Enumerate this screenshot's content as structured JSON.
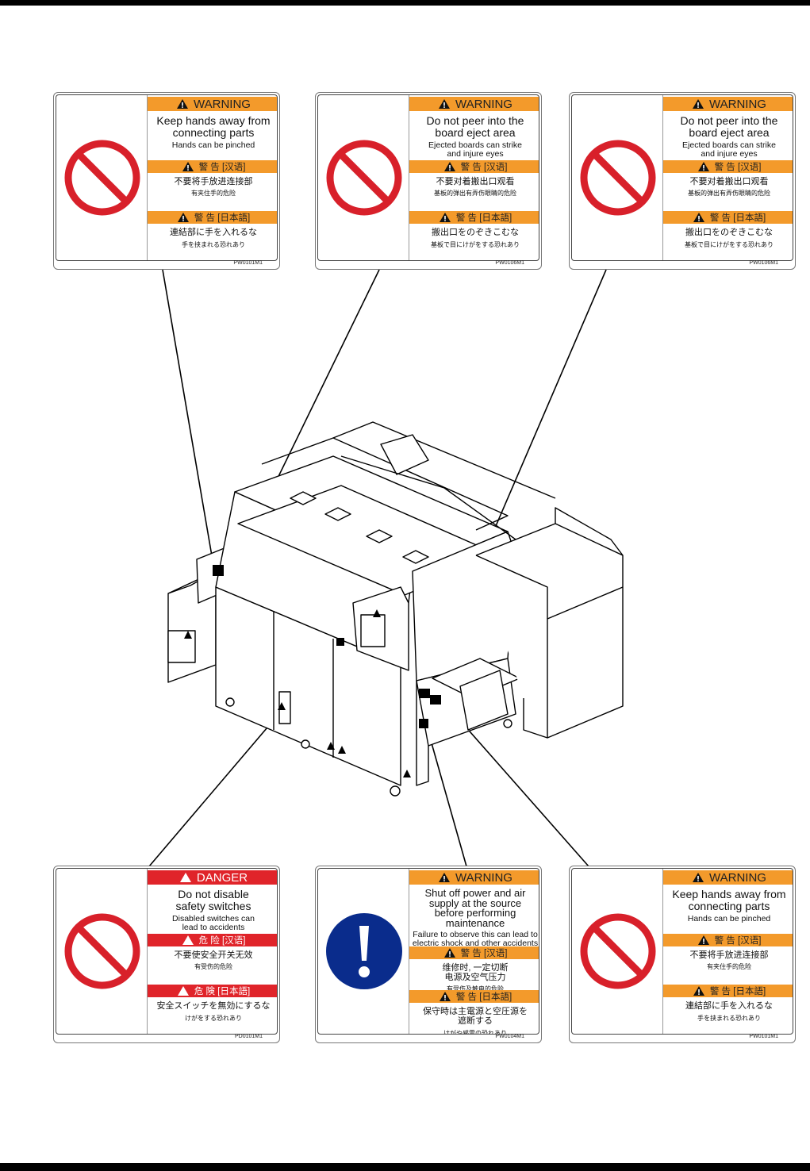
{
  "labels": [
    {
      "id": "pw0101-top-left",
      "symbol": "prohibition",
      "header_en": "WARNING",
      "header_color": "#f39a2b",
      "en_main": [
        "Keep hands away from",
        "connecting parts"
      ],
      "en_sub": [
        "Hands can be pinched"
      ],
      "cn_header": "警 告 [汉语]",
      "cn_main": [
        "不要将手放进连接部"
      ],
      "cn_sub": [
        "有夹住手的危险"
      ],
      "jp_header": "警 告 [日本語]",
      "jp_main": [
        "連結部に手を入れるな"
      ],
      "jp_sub": [
        "手を挟まれる恐れあり"
      ],
      "code": "PW0101M1"
    },
    {
      "id": "pw0106-top-center",
      "symbol": "prohibition",
      "header_en": "WARNING",
      "header_color": "#f39a2b",
      "en_main": [
        "Do not peer into the",
        "board eject area"
      ],
      "en_sub": [
        "Ejected boards can strike",
        "and injure eyes"
      ],
      "cn_header": "警 告 [汉语]",
      "cn_main": [
        "不要对着搬出口观看"
      ],
      "cn_sub": [
        "基板的弹出有弄伤眼睛的危险"
      ],
      "jp_header": "警 告 [日本語]",
      "jp_main": [
        "搬出口をのぞきこむな"
      ],
      "jp_sub": [
        "基板で目にけがをする恐れあり"
      ],
      "code": "PW0106M1"
    },
    {
      "id": "pw0106-top-right",
      "symbol": "prohibition",
      "header_en": "WARNING",
      "header_color": "#f39a2b",
      "en_main": [
        "Do not peer into the",
        "board eject area"
      ],
      "en_sub": [
        "Ejected boards can strike",
        "and injure eyes"
      ],
      "cn_header": "警 告 [汉语]",
      "cn_main": [
        "不要对着搬出口观看"
      ],
      "cn_sub": [
        "基板的弹出有弄伤眼睛的危险"
      ],
      "jp_header": "警 告 [日本語]",
      "jp_main": [
        "搬出口をのぞきこむな"
      ],
      "jp_sub": [
        "基板で目にけがをする恐れあり"
      ],
      "code": "PW0106M1"
    },
    {
      "id": "pd0101-bottom-left",
      "symbol": "prohibition",
      "header_en": "DANGER",
      "header_color": "#e0242a",
      "en_main": [
        "Do not disable",
        "safety switches"
      ],
      "en_sub": [
        "Disabled switches can",
        "lead to accidents"
      ],
      "cn_header": "危 险 [汉语]",
      "cn_main": [
        "不要使安全开关无效"
      ],
      "cn_sub": [
        "有受伤的危险"
      ],
      "jp_header": "危 険 [日本語]",
      "jp_main": [
        "安全スイッチを無効にするな"
      ],
      "jp_sub": [
        "けがをする恐れあり"
      ],
      "code": "PD0101M1"
    },
    {
      "id": "pw0104-bottom-center",
      "symbol": "mandatory",
      "header_en": "WARNING",
      "header_color": "#f39a2b",
      "en_main": [
        "Shut off power and air",
        "supply at the source",
        "before performing",
        "maintenance"
      ],
      "en_sub": [
        "Failure to observe this can lead to",
        "electric shock and other accidents"
      ],
      "cn_header": "警 告 [汉语]",
      "cn_main": [
        "维修时, 一定切断",
        "电源及空气压力"
      ],
      "cn_sub": [
        "有受伤及触电的危险"
      ],
      "jp_header": "警 告 [日本語]",
      "jp_main": [
        "保守時は主電源と空圧源を",
        "遮断する"
      ],
      "jp_sub": [
        "けがや感電の恐れあり"
      ],
      "code": "PW0104M1"
    },
    {
      "id": "pw0101-bottom-right",
      "symbol": "prohibition",
      "header_en": "WARNING",
      "header_color": "#f39a2b",
      "en_main": [
        "Keep hands away from",
        "connecting parts"
      ],
      "en_sub": [
        "Hands can be pinched"
      ],
      "cn_header": "警 告 [汉语]",
      "cn_main": [
        "不要将手放进连接部"
      ],
      "cn_sub": [
        "有夹住手的危险"
      ],
      "jp_header": "警 告 [日本語]",
      "jp_main": [
        "連結部に手を入れるな"
      ],
      "jp_sub": [
        "手を挟まれる恐れあり"
      ],
      "code": "PW0101M1"
    }
  ],
  "colors": {
    "warning_orange": "#f39a2b",
    "danger_red": "#e0242a",
    "prohibition_red": "#d8202a",
    "mandatory_blue": "#0a2c8c"
  }
}
